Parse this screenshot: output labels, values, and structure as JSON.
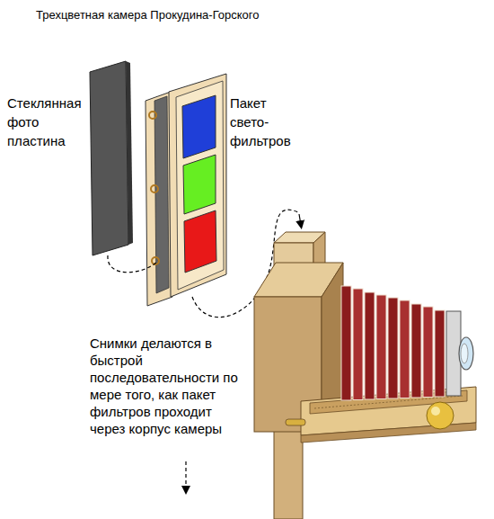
{
  "diagram": {
    "title": "Трехцветная камера Прокудина-Горского",
    "labels": [
      "Стеклянная фото пластина",
      "Пакет свето- фильтров",
      "Снимки делаются в быстрой последовательности по мере того, как пакет фильтров проходит через корпус камеры"
    ]
  }
}
